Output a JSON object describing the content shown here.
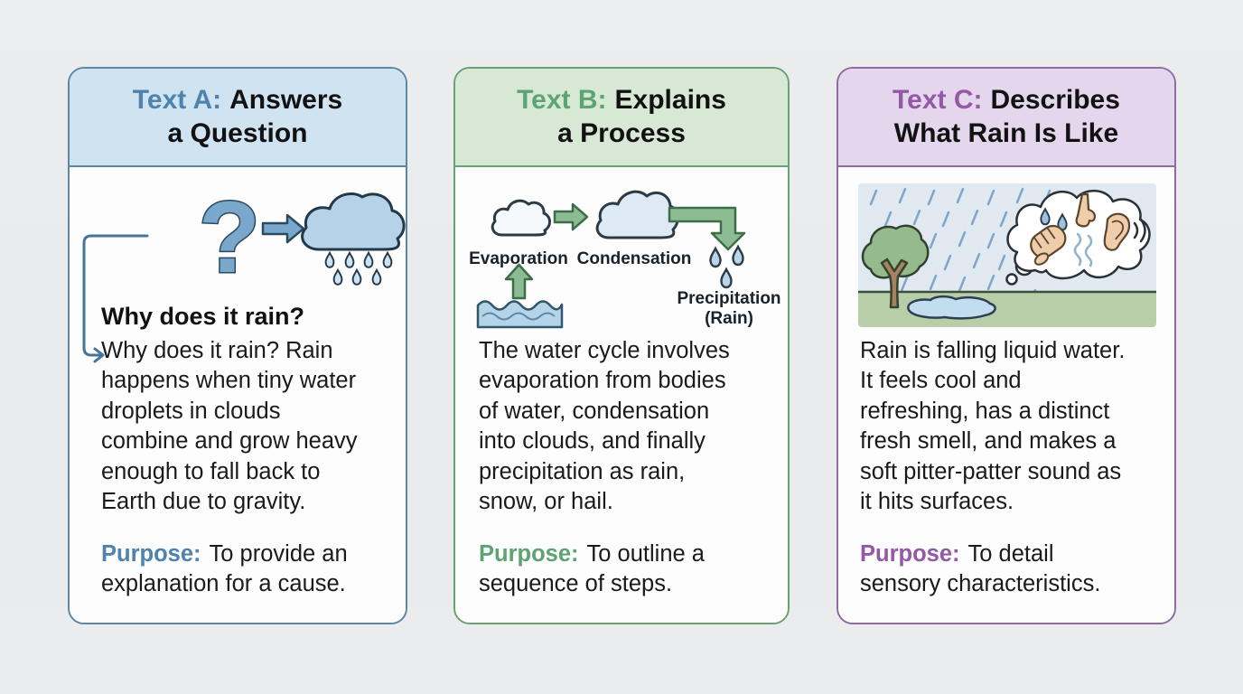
{
  "page": {
    "background": "#e9ebed"
  },
  "cards": [
    {
      "name": "Text A",
      "accent_color": "#4d83ac",
      "border_color": "#5b86a6",
      "header_bg": "#cfe3f1",
      "title_prefix": "Text A:",
      "title_line1": "Answers",
      "title_line2": "a Question",
      "question_heading": "Why does it rain?",
      "body": "Why does it rain? Rain\nhappens when tiny water\ndroplets in clouds\ncombine and grow heavy\nenough to fall back to\nEarth due to gravity.",
      "purpose_label": "Purpose:",
      "purpose_text": "To provide an\nexplanation for a cause.",
      "icons": {
        "question_mark": "?"
      }
    },
    {
      "name": "Text B",
      "accent_color": "#5ea373",
      "border_color": "#6aa173",
      "header_bg": "#d7e9d5",
      "title_prefix": "Text B:",
      "title_line1": "Explains",
      "title_line2": "a Process",
      "diagram_labels": {
        "evaporation": "Evaporation",
        "condensation": "Condensation",
        "precipitation": "Precipitation",
        "rain_paren": "(Rain)"
      },
      "body": "The water cycle involves\nevaporation from bodies\nof water, condensation\ninto clouds, and finally\nprecipitation as rain,\nsnow, or hail.",
      "purpose_label": "Purpose:",
      "purpose_text": "To outline a\nsequence of steps."
    },
    {
      "name": "Text C",
      "accent_color": "#9459a6",
      "border_color": "#8f6ba0",
      "header_bg": "#e4d6ec",
      "title_prefix": "Text C:",
      "title_line1": "Describes",
      "title_line2": "What Rain Is Like",
      "body": "Rain is falling liquid water.\nIt feels cool and\nrefreshing, has a distinct\nfresh smell, and makes a\nsoft pitter-patter sound as\nit hits surfaces.",
      "purpose_label": "Purpose:",
      "purpose_text": "To detail\nsensory characteristics."
    }
  ]
}
